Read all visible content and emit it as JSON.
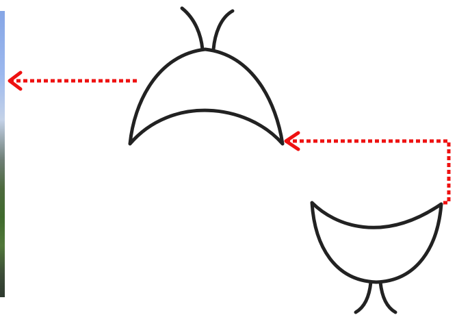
{
  "photo_strip": {
    "icon": "cropped-landscape-photo"
  },
  "shapes": {
    "top_shell": {
      "icon": "open-shell-with-antennae-icon"
    },
    "bottom_shell": {
      "icon": "inverted-cup-shell-with-antennae-icon"
    }
  },
  "arrows": {
    "left_arrow": {
      "icon": "dotted-arrow-left-icon",
      "style": "dotted"
    },
    "right_arrow": {
      "icon": "dotted-elbow-arrow-icon",
      "style": "dotted"
    }
  },
  "colors": {
    "outline": "#222222",
    "arrow": "#ee1111",
    "background": "#ffffff"
  }
}
